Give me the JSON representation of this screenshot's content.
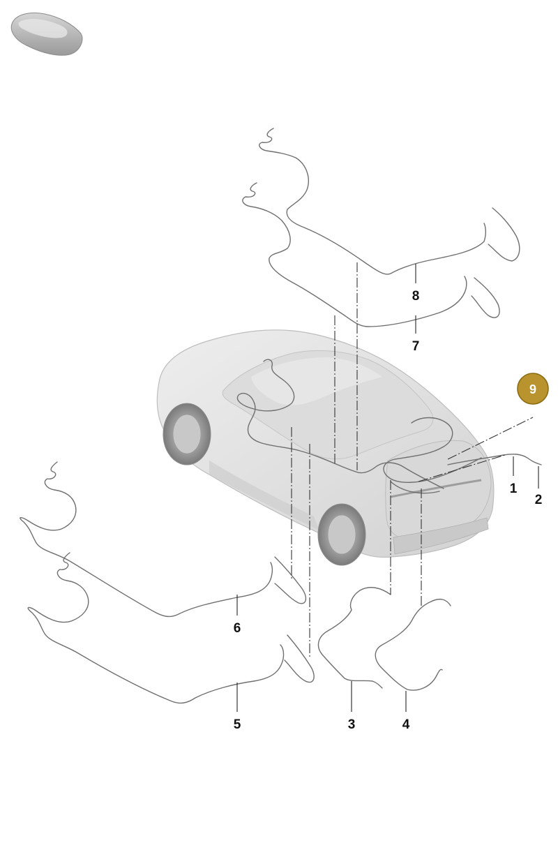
{
  "diagram": {
    "callouts": [
      {
        "id": "1",
        "label": "1"
      },
      {
        "id": "2",
        "label": "2"
      },
      {
        "id": "3",
        "label": "3"
      },
      {
        "id": "4",
        "label": "4"
      },
      {
        "id": "5",
        "label": "5"
      },
      {
        "id": "6",
        "label": "6"
      },
      {
        "id": "7",
        "label": "7"
      },
      {
        "id": "8",
        "label": "8"
      },
      {
        "id": "9",
        "label": "9",
        "highlighted": true
      }
    ],
    "colors": {
      "highlight_fill": "#b8932e",
      "highlight_stroke": "#8a6b12",
      "car_body": "#e3e3e3",
      "car_shade": "#cfcfcf",
      "line": "#6f6f6f"
    },
    "icons": {
      "thumbnail": "car-thumbnail-icon"
    }
  }
}
